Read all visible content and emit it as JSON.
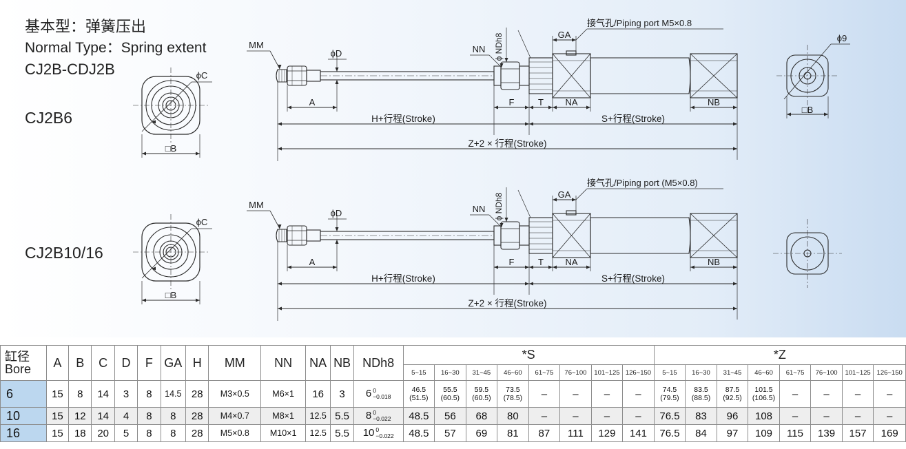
{
  "heading": {
    "line1": "基本型：弹簧压出",
    "line2": "Normal Type：Spring extent",
    "line3": "CJ2B-CDJ2B"
  },
  "models": {
    "top": "CJ2B6",
    "bottom": "CJ2B10/16"
  },
  "labels": {
    "phi_c": "ϕC",
    "sq_b": "□B",
    "mm": "MM",
    "phi_d": "ϕD",
    "nn": "NN",
    "phi_ndh8": "ϕ NDh8",
    "ga": "GA",
    "port_top": "接气孔/Piping port M5×0.8",
    "port_bottom": "接气孔/Piping port (M5×0.8)",
    "a": "A",
    "f": "F",
    "t": "T",
    "na": "NA",
    "nb": "NB",
    "h_stroke": "H+行程(Stroke)",
    "s_stroke": "S+行程(Stroke)",
    "z_stroke": "Z+2 × 行程(Stroke)",
    "phi9": "ϕ9",
    "sq_b_right": "□B"
  },
  "table": {
    "bore_label": "缸径 Bore",
    "columns": [
      "A",
      "B",
      "C",
      "D",
      "F",
      "GA",
      "H",
      "MM",
      "NN",
      "NA",
      "NB",
      "NDh8"
    ],
    "s_group": "*S",
    "z_group": "*Z",
    "stroke_ranges": [
      "5~15",
      "16~30",
      "31~45",
      "46~60",
      "61~75",
      "76~100",
      "101~125",
      "126~150"
    ],
    "rows": [
      {
        "bore": "6",
        "cells": [
          "15",
          "8",
          "14",
          "3",
          "8",
          "14.5",
          "28",
          "M3×0.5",
          "M6×1",
          "16",
          "3"
        ],
        "nd": "6",
        "nd_tol_upper": "0",
        "nd_tol_lower": "−0.018",
        "s": [
          "46.5 (51.5)",
          "55.5 (60.5)",
          "59.5 (60.5)",
          "73.5 (78.5)",
          "–",
          "–",
          "–",
          "–"
        ],
        "z": [
          "74.5 (79.5)",
          "83.5 (88.5)",
          "87.5 (92.5)",
          "101.5 (106.5)",
          "–",
          "–",
          "–",
          "–"
        ]
      },
      {
        "bore": "10",
        "cells": [
          "15",
          "12",
          "14",
          "4",
          "8",
          "8",
          "28",
          "M4×0.7",
          "M8×1",
          "12.5",
          "5.5"
        ],
        "nd": "8",
        "nd_tol_upper": "0",
        "nd_tol_lower": "−0.022",
        "s": [
          "48.5",
          "56",
          "68",
          "80",
          "–",
          "–",
          "–",
          "–"
        ],
        "z": [
          "76.5",
          "83",
          "96",
          "108",
          "–",
          "–",
          "–",
          "–"
        ]
      },
      {
        "bore": "16",
        "cells": [
          "15",
          "18",
          "20",
          "5",
          "8",
          "8",
          "28",
          "M5×0.8",
          "M10×1",
          "12.5",
          "5.5"
        ],
        "nd": "10",
        "nd_tol_upper": "0",
        "nd_tol_lower": "−0.022",
        "s": [
          "48.5",
          "57",
          "69",
          "81",
          "87",
          "111",
          "129",
          "141"
        ],
        "z": [
          "76.5",
          "84",
          "97",
          "109",
          "115",
          "139",
          "157",
          "169"
        ]
      }
    ]
  },
  "colors": {
    "line": "#2a2a2a",
    "bore_fill": "#bcd7ef",
    "band_right": "#c9dcf1"
  }
}
